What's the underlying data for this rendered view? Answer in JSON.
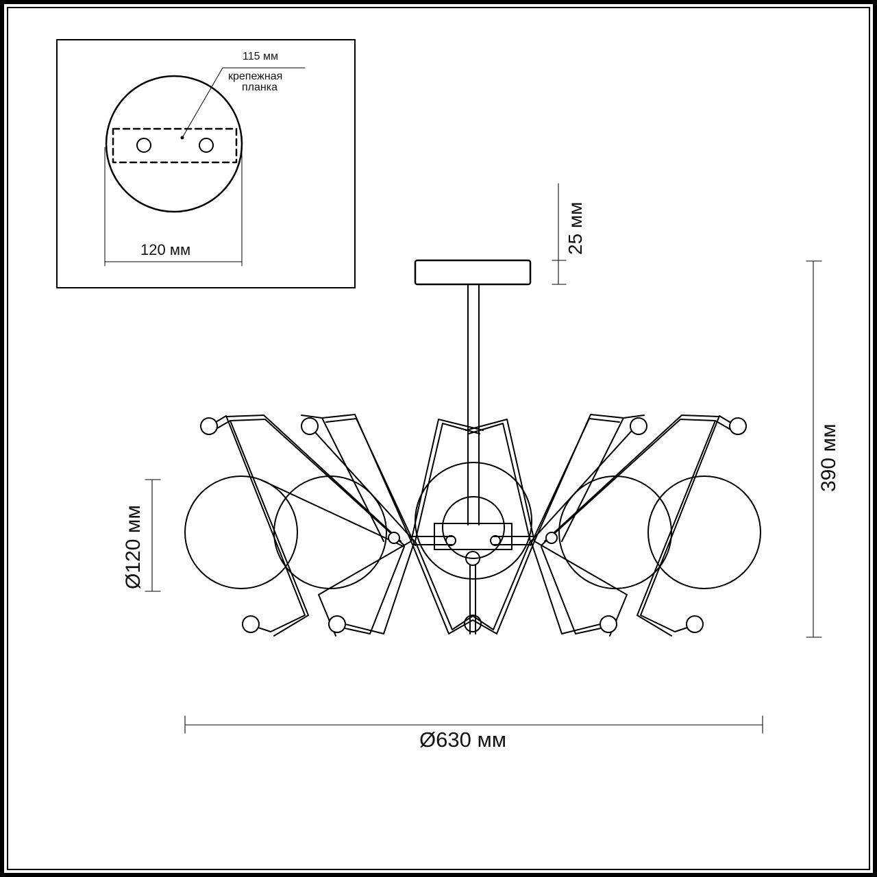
{
  "mount_plate_inset": {
    "bracket_length_label": "115 мм",
    "bracket_caption_line1": "крепежная",
    "bracket_caption_line2": "планка",
    "plate_diameter_label": "120 мм"
  },
  "dimensions": {
    "canopy_height_label": "25 мм",
    "total_height_label": "390 мм",
    "shade_diameter_label": "Ø120 мм",
    "total_diameter_label": "Ø630 мм"
  },
  "colors": {
    "line": "#000000",
    "background": "#ffffff"
  }
}
